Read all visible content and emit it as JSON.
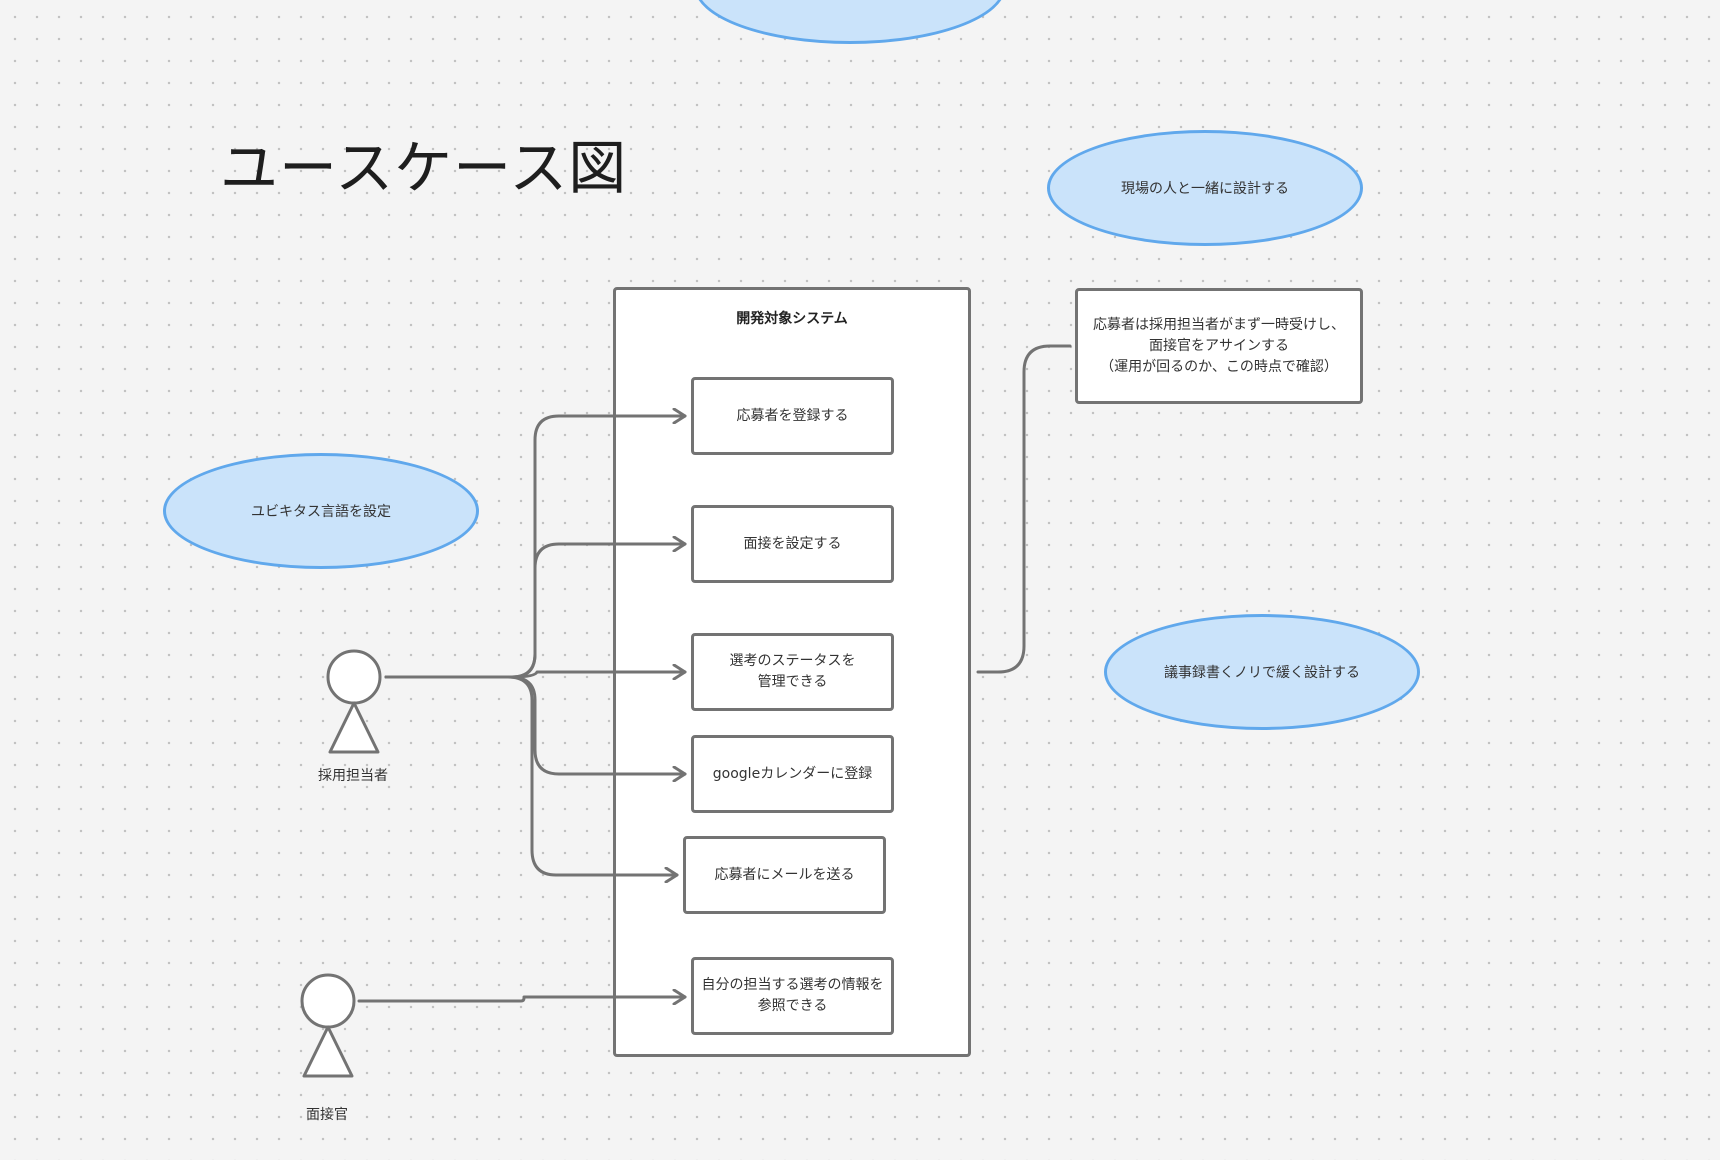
{
  "diagram": {
    "title": "ユースケース図",
    "system": {
      "title": "開発対象システム",
      "use_cases": [
        "応募者を登録する",
        "面接を設定する",
        "選考のステータスを\n管理できる",
        "googleカレンダーに登録",
        "応募者にメールを送る",
        "自分の担当する選考の情報を\n参照できる"
      ]
    },
    "actors": {
      "recruiter": "採用担当者",
      "interviewer": "面接官"
    },
    "note": {
      "lines": [
        "応募者は採用担当者がまず一時受けし、",
        "面接官をアサインする",
        "（運用が回るのか、この時点で確認）"
      ]
    },
    "ellipses": {
      "top": "",
      "design_with_field": "現場の人と一緒に設計する",
      "ubiquitous_language": "ユビキタス言語を設定",
      "casual_design": "議事録書くノリで緩く設計する"
    },
    "colors": {
      "ellipse_fill": "#cae3fa",
      "ellipse_border": "#60a8ec",
      "line": "#737373",
      "background": "#f4f4f4"
    }
  }
}
